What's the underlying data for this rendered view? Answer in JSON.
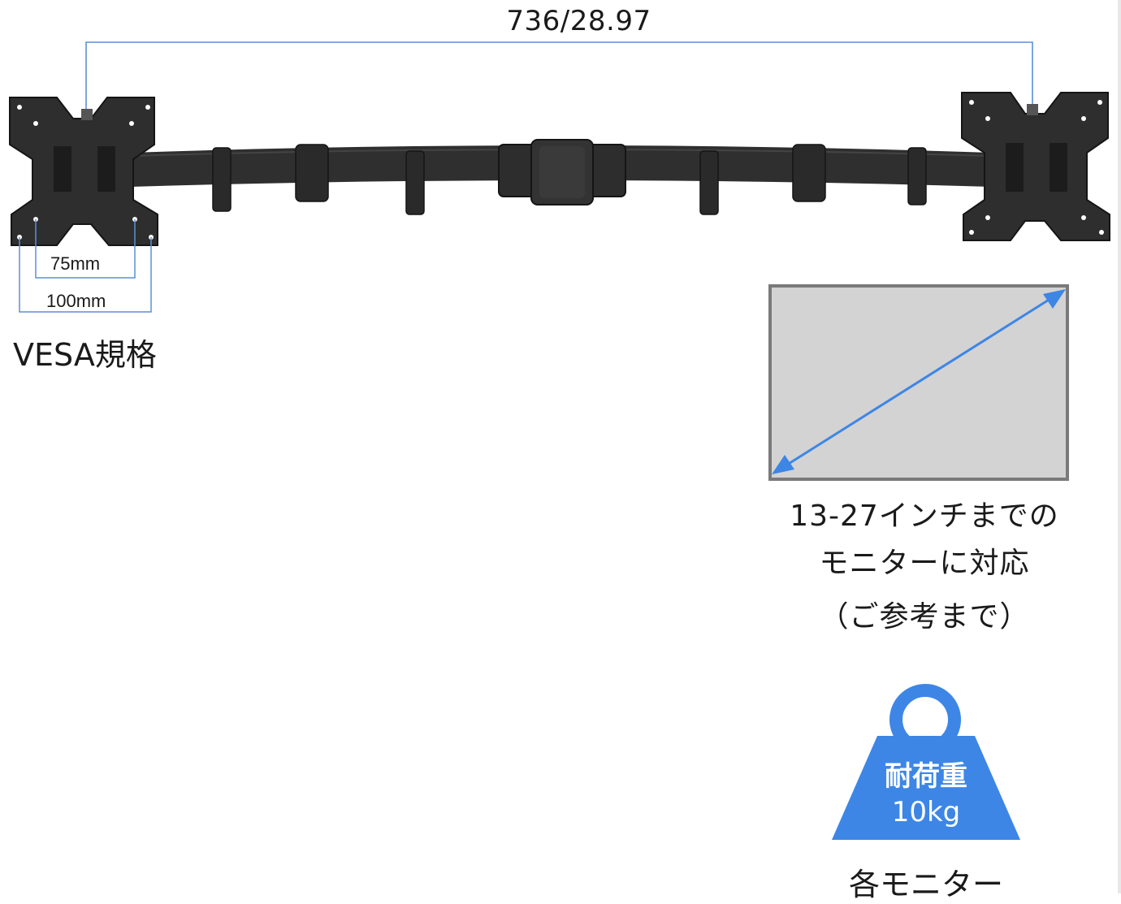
{
  "span_dimension": "736/28.97",
  "vesa": {
    "inner_size": "75mm",
    "outer_size": "100mm",
    "title": "VESA規格"
  },
  "monitor_size": {
    "line1": "13-27インチまでの",
    "line2": "モニターに対応",
    "line3": "（ご参考まで）"
  },
  "load": {
    "label": "耐荷重",
    "value": "10kg",
    "caption": "各モニター"
  },
  "colors": {
    "accent_blue": "#3d86e6",
    "mount_black": "#2b2b2b",
    "screen_gray": "#d3d3d3",
    "dimension_line": "#5b8fd6"
  }
}
